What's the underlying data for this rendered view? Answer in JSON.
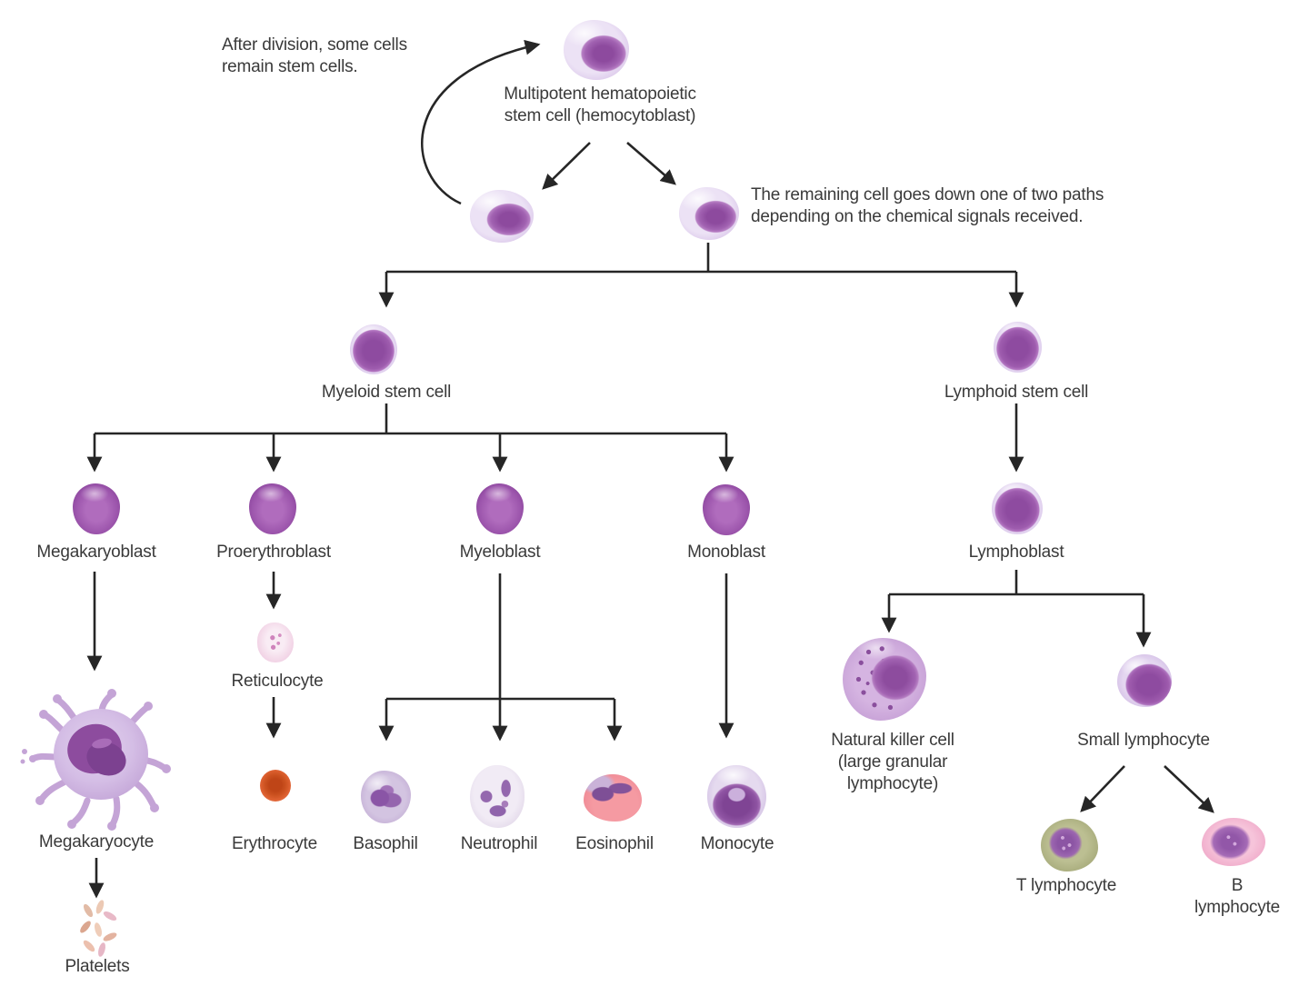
{
  "title": "Hematopoiesis lineage diagram",
  "colors": {
    "line": "#262626",
    "text": "#3a3a3a",
    "cell_purple": "#9c55ac",
    "pale_cell_body": "#e6dbf1",
    "erythrocyte_red": "#cc5220",
    "eosinophil_pink": "#ee8793",
    "t_cell_olive": "#a6aa7a",
    "b_cell_pink": "#f0abca",
    "platelet_tan": "#e5c1ad"
  },
  "labels": {
    "after_division": "After division, some cells\nremain stem cells.",
    "hemocytoblast": "Multipotent hematopoietic\nstem cell (hemocytoblast)",
    "remaining": "The remaining cell goes down one of two paths\ndepending on the chemical signals received.",
    "myeloid_stem": "Myeloid stem cell",
    "lymphoid_stem": "Lymphoid stem cell",
    "megakaryoblast": "Megakaryoblast",
    "proerythroblast": "Proerythroblast",
    "myeloblast": "Myeloblast",
    "monoblast": "Monoblast",
    "lymphoblast": "Lymphoblast",
    "reticulocyte": "Reticulocyte",
    "nk_cell": "Natural killer cell\n(large granular\nlymphocyte)",
    "small_lymphocyte": "Small lymphocyte",
    "megakaryocyte": "Megakaryocyte",
    "erythrocyte": "Erythrocyte",
    "basophil": "Basophil",
    "neutrophil": "Neutrophil",
    "eosinophil": "Eosinophil",
    "monocyte": "Monocyte",
    "t_lymphocyte": "T lymphocyte",
    "b_lymphocyte": "B lymphocyte",
    "platelets": "Platelets"
  },
  "flow": [
    {
      "from": "Multipotent hematopoietic stem cell (hemocytoblast)",
      "to": [
        "Myeloid stem cell",
        "Lymphoid stem cell"
      ]
    },
    {
      "from": "Myeloid stem cell",
      "to": [
        "Megakaryoblast",
        "Proerythroblast",
        "Myeloblast",
        "Monoblast"
      ]
    },
    {
      "from": "Lymphoid stem cell",
      "to": [
        "Lymphoblast"
      ]
    },
    {
      "from": "Megakaryoblast",
      "to": [
        "Megakaryocyte"
      ]
    },
    {
      "from": "Megakaryocyte",
      "to": [
        "Platelets"
      ]
    },
    {
      "from": "Proerythroblast",
      "to": [
        "Reticulocyte"
      ]
    },
    {
      "from": "Reticulocyte",
      "to": [
        "Erythrocyte"
      ]
    },
    {
      "from": "Myeloblast",
      "to": [
        "Basophil",
        "Neutrophil",
        "Eosinophil"
      ]
    },
    {
      "from": "Monoblast",
      "to": [
        "Monocyte"
      ]
    },
    {
      "from": "Lymphoblast",
      "to": [
        "Natural killer cell (large granular lymphocyte)",
        "Small lymphocyte"
      ]
    },
    {
      "from": "Small lymphocyte",
      "to": [
        "T lymphocyte",
        "B lymphocyte"
      ]
    }
  ]
}
